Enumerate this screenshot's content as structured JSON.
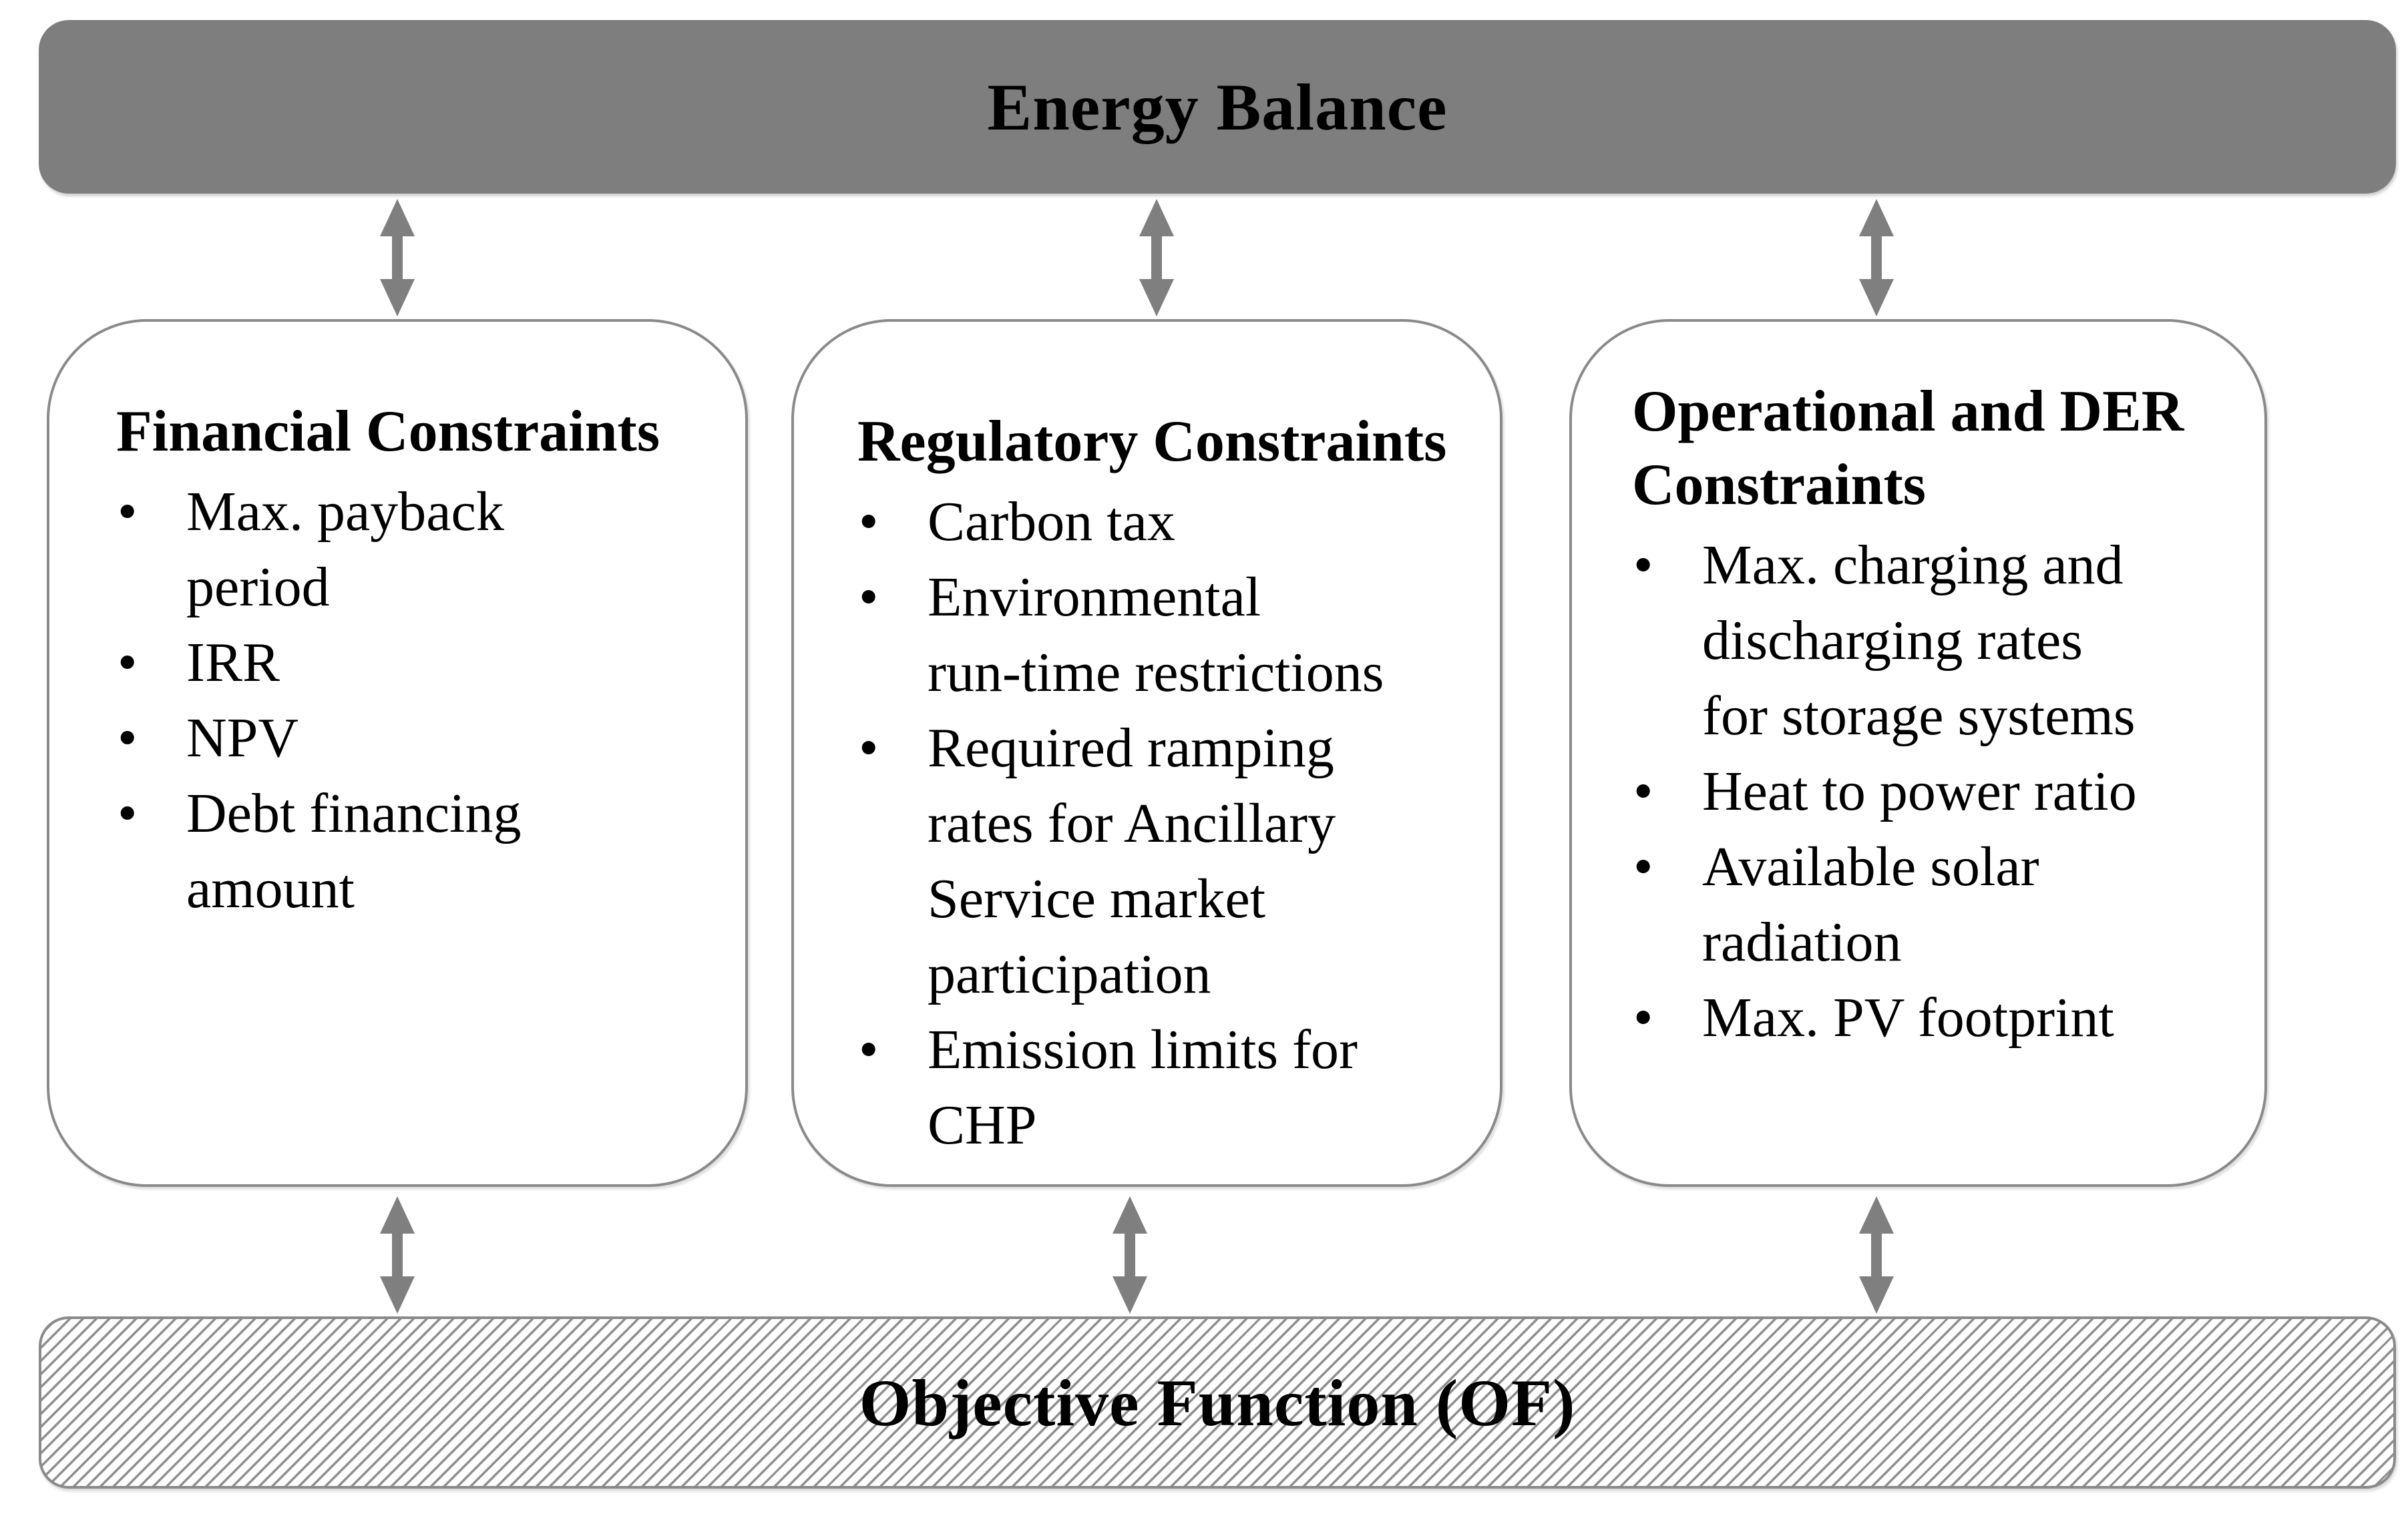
{
  "top_bar": {
    "label": "Energy Balance"
  },
  "bottom_bar": {
    "label": "Objective Function (OF)"
  },
  "boxes": [
    {
      "title": "Financial Constraints",
      "items": [
        "Max. payback\nperiod",
        "IRR",
        "NPV",
        "Debt financing\namount"
      ]
    },
    {
      "title": "Regulatory Constraints",
      "items": [
        "Carbon tax",
        "Environmental\nrun-time restrictions",
        "Required ramping\nrates for Ancillary\nService market\nparticipation",
        "Emission limits for\nCHP"
      ]
    },
    {
      "title": "Operational and DER\nConstraints",
      "items": [
        "Max. charging and\ndischarging rates\nfor storage systems",
        "Heat to power ratio",
        "Available solar\nradiation",
        "Max. PV footprint"
      ]
    }
  ],
  "colors": {
    "bar-fill": "#7e7e7e",
    "arrow-fill": "#7f7f7f",
    "border-gray": "#8a8a8a",
    "hatch-line": "#8f8f8f",
    "ink": "#000000"
  }
}
